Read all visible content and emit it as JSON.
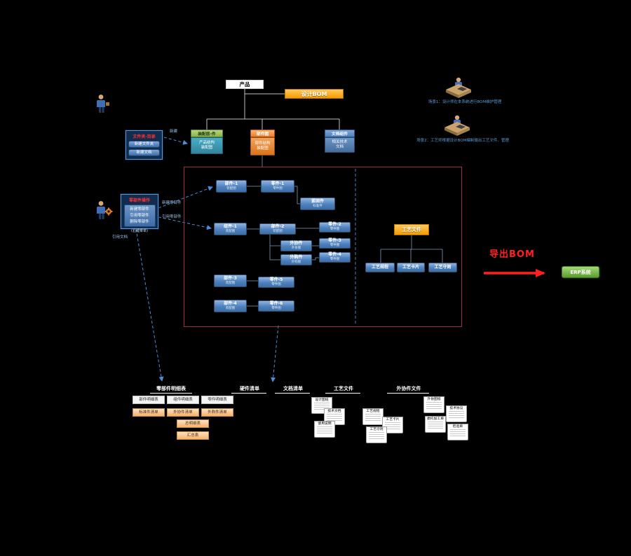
{
  "accent_colors": {
    "bom_orange": "#F59B00",
    "panel_red": "#FF3333",
    "node_blue": "#4F81BD",
    "export_red": "#FF2020",
    "target_green": "#5B9E2D"
  },
  "top_tree": {
    "product": "产品",
    "bom_label": "设计BOM",
    "children": [
      {
        "header": "装配层-件",
        "line1": "产品结构",
        "line2": "装配图"
      },
      {
        "header": "部件图",
        "line1": "部件结构",
        "line2": "装配图"
      },
      {
        "header": "文档组件",
        "line1": "相关技术",
        "line2": "文档"
      }
    ]
  },
  "panel_folder": {
    "title": "文件夹·目录",
    "btn1": "新建文件夹",
    "btn2": "新建文档"
  },
  "panel_parts": {
    "title": "零部件操作",
    "line1": "新建零部件",
    "line2": "引用零部件",
    "line3": "删除零部件",
    "note": "(右键菜单)"
  },
  "arrow_labels": {
    "new_folder": "新建",
    "new_part": "新建零部件",
    "ref_part": "引用零部件",
    "ref_doc": "引用文档"
  },
  "bom": {
    "nodes": [
      {
        "label": "部件-1",
        "sub": "装配图"
      },
      {
        "label": "零件-1",
        "sub": "零件图"
      },
      {
        "label": "紧固件",
        "sub": "标准件"
      },
      {
        "label": "组件-1",
        "sub": "装配图"
      },
      {
        "label": "部件-2",
        "sub": "装配图"
      },
      {
        "label": "零件-2",
        "sub": "零件图"
      },
      {
        "label": "外协件",
        "sub": "外协图"
      },
      {
        "label": "零件-3",
        "sub": "零件图"
      },
      {
        "label": "外购件",
        "sub": "外购图"
      },
      {
        "label": "零件-4",
        "sub": "零件图"
      },
      {
        "label": "部件-3",
        "sub": "装配图"
      },
      {
        "label": "零件-5",
        "sub": "零件图"
      },
      {
        "label": "部件-4",
        "sub": "装配图"
      },
      {
        "label": "零件-6",
        "sub": "零件图"
      }
    ],
    "process_header": "工艺文件",
    "process_items": [
      "工艺规程",
      "工艺卡片",
      "工艺守则"
    ]
  },
  "export": {
    "label": "导出BOM",
    "target": "ERP系统"
  },
  "scenes": {
    "caption1": "场景1：设计师在本系统进行BOM维护管理",
    "caption2": "场景2：工艺师根据设计BOM编制输出工艺文件、管理"
  },
  "bottom": {
    "headers": [
      "零部件明细表",
      "硬件清单",
      "文档清单",
      "工艺文件",
      "外协件文件"
    ],
    "white_row": [
      "部件明细表",
      "组件明细表",
      "零件明细表"
    ],
    "tan_row": [
      "标准件清单",
      "外协件清单",
      "外购件清单"
    ],
    "total": "总明细表",
    "summary": "汇总表",
    "doc_pages": [
      "设计图纸",
      "技术文档",
      "使用说明"
    ],
    "process_pages": [
      "工艺规程",
      "工艺卡片",
      "工艺守则"
    ],
    "outsource_pages": [
      "外协图纸",
      "技术协议",
      "委托加工单",
      "检验单"
    ]
  }
}
